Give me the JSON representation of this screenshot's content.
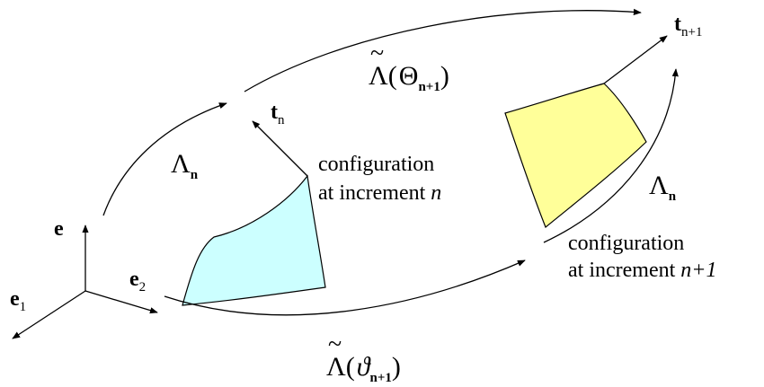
{
  "basis": {
    "e": "e",
    "e1": "e",
    "e1_sub": "1",
    "e2": "e",
    "e2_sub": "2"
  },
  "tangent_n": {
    "base": "t",
    "sub": "n"
  },
  "tangent_n1": {
    "base": "t",
    "sub": "n+1"
  },
  "map_top": {
    "tilde": "~",
    "symbol": "Λ",
    "open": "(",
    "arg": "Θ",
    "arg_sub": "n+1",
    "close": ")"
  },
  "map_bottom": {
    "tilde": "~",
    "symbol": "Λ",
    "open": "(",
    "arg": "ϑ",
    "arg_sub": "n+1",
    "close": ")"
  },
  "lambda_left": {
    "symbol": "Λ",
    "sub": "n"
  },
  "lambda_right": {
    "symbol": "Λ",
    "sub": "n"
  },
  "config_n": {
    "line1": "configuration",
    "line2_prefix": "at increment ",
    "line2_var": "n"
  },
  "config_n1": {
    "line1": "configuration",
    "line2_prefix": "at increment ",
    "line2_var": "n+1"
  },
  "colors": {
    "patch_n": "#ccffff",
    "patch_n1": "#ffff99",
    "ink": "#000000"
  }
}
